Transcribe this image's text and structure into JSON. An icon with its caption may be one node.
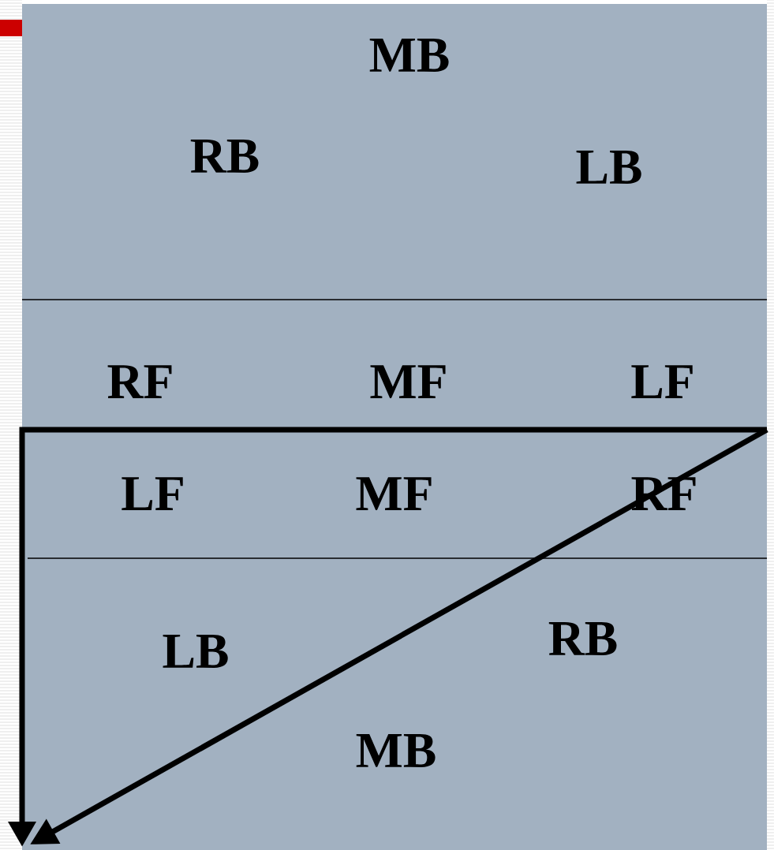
{
  "diagram": {
    "labels": [
      "MB",
      "RB",
      "LB",
      "RF",
      "MF",
      "LF",
      "LF",
      "MF",
      "RF",
      "LB",
      "RB",
      "MB"
    ]
  }
}
